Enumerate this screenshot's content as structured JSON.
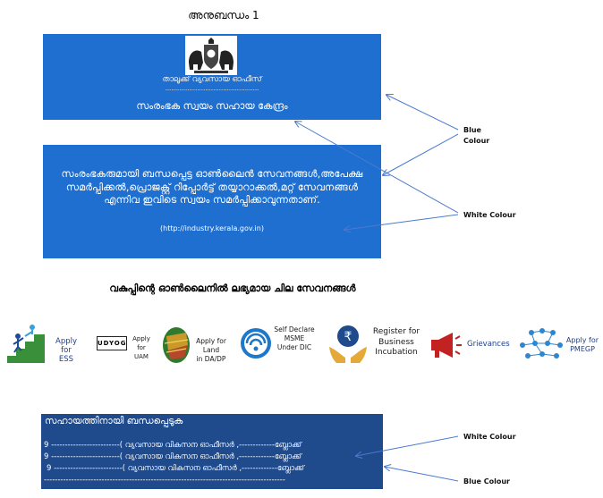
{
  "annex_title": "അനുബന്ധം 1",
  "top_box": {
    "office": "താലൂക്ക് വ്യവസായ ഓഫീസ്",
    "dots": "...............................................",
    "centre": "സംരംഭക സ്വയം സഹായ കേന്ദ്രം"
  },
  "middle_box": {
    "text": "സംരംഭകരുമായി ബന്ധപ്പെട്ട ഓൺലൈൻ സേവനങ്ങൾ,അപേക്ഷ സമർപ്പിക്കൽ,പ്രൊജക്റ്റ് റിപ്പോർട്ട് തയ്യാറാക്കൽ,മറ്റ് സേവനങ്ങൾ എന്നിവ ഇവിടെ സ്വയം സമർപ്പിക്കാവുന്നതാണ്.",
    "url": "(http://industry.kerala.gov.in)"
  },
  "services_heading": "വകുപ്പിന്റെ ഓൺലൈനിൽ ലഭ്യമായ ചില സേവനങ്ങൾ",
  "services": {
    "ess": {
      "line1": "Apply for",
      "line2": "ESS"
    },
    "uam": {
      "logo": "UDYOG",
      "line1": "Apply for",
      "line2": "UAM"
    },
    "land": {
      "line1": "Apply for Land",
      "line2": "in DA/DP"
    },
    "msme": {
      "line1": "Self Declare",
      "line2": "MSME",
      "line3": "Under DIC"
    },
    "incubation": {
      "line1": "Register for",
      "line2": "Business",
      "line3": "Incubation"
    },
    "grievances": {
      "line1": "Grievances"
    },
    "pmegp": {
      "line1": "Apply for",
      "line2": "PMEGP"
    }
  },
  "bottom_box": {
    "title": "സഹായത്തിനായി ബന്ധപ്പെടുക",
    "line1": "9 -------------------------( വ്യവസായ വികസന ഓഫീസർ ,-------------ബ്ലോക്ക്",
    "line2": "9 -------------------------( വ്യവസായ വികസന ഓഫീസർ ,-------------ബ്ലോക്ക്",
    "line3": "9 -------------------------( വ്യവസായ വികസന ഓഫീസർ ,-------------ബ്ലോക്ക്",
    "line4": "----------------------------------------------------------------------------------------"
  },
  "annotations": {
    "blue1_a": "Blue",
    "blue1_b": "Colour",
    "white1": "White Colour",
    "white2": "White Colour",
    "blue2": "Blue Colour"
  },
  "colors": {
    "box_blue": "#1f6fd0",
    "box_dark_blue": "#1f4a8c",
    "arrow": "#4a7ad0"
  }
}
